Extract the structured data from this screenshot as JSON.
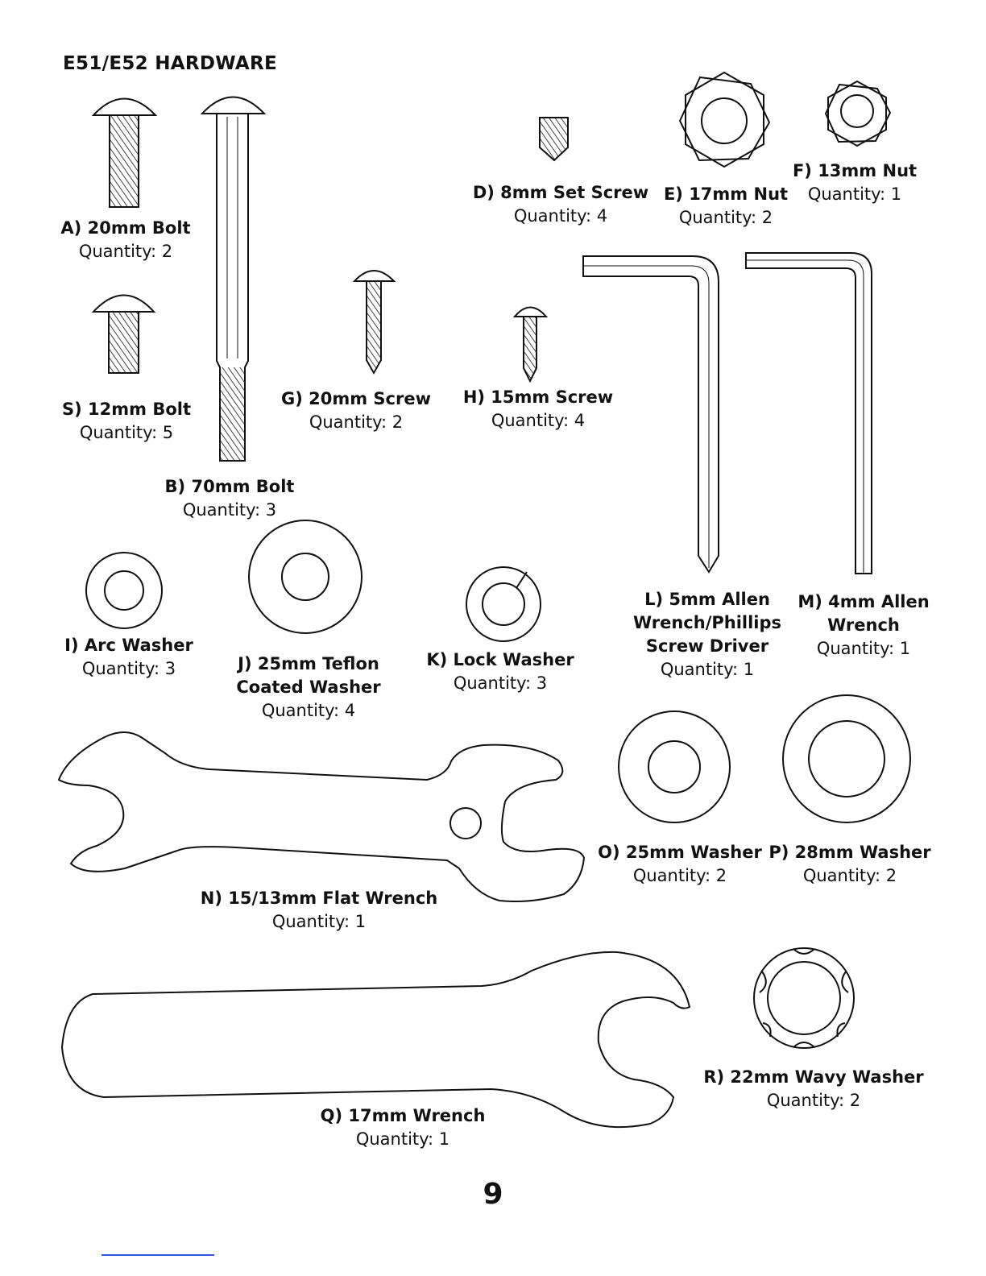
{
  "page": {
    "header": "E51/E52 HARDWARE",
    "page_number": "9"
  },
  "items": {
    "a": {
      "name": "A) 20mm Bolt",
      "qty": "Quantity: 2"
    },
    "b": {
      "name": "B) 70mm Bolt",
      "qty": "Quantity: 3"
    },
    "d": {
      "name": "D) 8mm Set Screw",
      "qty": "Quantity: 4"
    },
    "e": {
      "name": "E) 17mm Nut",
      "qty": "Quantity: 2"
    },
    "f": {
      "name": "F) 13mm Nut",
      "qty": "Quantity: 1"
    },
    "g": {
      "name": "G) 20mm Screw",
      "qty": "Quantity: 2"
    },
    "h": {
      "name": "H) 15mm Screw",
      "qty": "Quantity: 4"
    },
    "i": {
      "name": "I) Arc Washer",
      "qty": "Quantity: 3"
    },
    "j": {
      "name1": "J) 25mm Teflon",
      "name2": "Coated Washer",
      "qty": "Quantity: 4"
    },
    "k": {
      "name": "K) Lock Washer",
      "qty": "Quantity: 3"
    },
    "l": {
      "name1": "L) 5mm Allen",
      "name2": "Wrench/Phillips",
      "name3": "Screw Driver",
      "qty": "Quantity: 1"
    },
    "m": {
      "name1": "M) 4mm Allen",
      "name2": "Wrench",
      "qty": "Quantity: 1"
    },
    "n": {
      "name": "N) 15/13mm Flat Wrench",
      "qty": "Quantity: 1"
    },
    "o": {
      "name": "O) 25mm Washer",
      "qty": "Quantity: 2"
    },
    "p": {
      "name": "P) 28mm Washer",
      "qty": "Quantity: 2"
    },
    "q": {
      "name": "Q) 17mm Wrench",
      "qty": "Quantity: 1"
    },
    "r": {
      "name": "R) 22mm Wavy Washer",
      "qty": "Quantity: 2"
    },
    "s": {
      "name": "S) 12mm Bolt",
      "qty": "Quantity: 5"
    }
  }
}
